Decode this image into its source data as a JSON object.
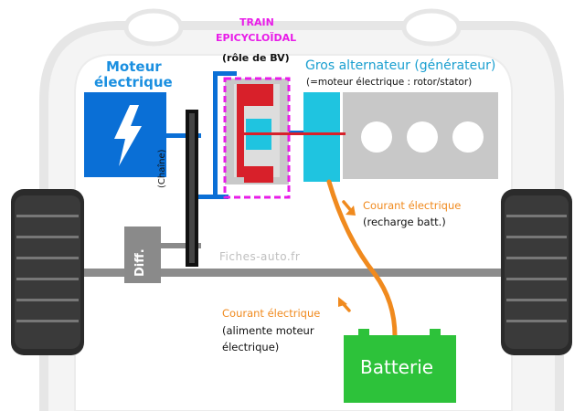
{
  "labels": {
    "moteur_line1": "Moteur",
    "moteur_line2": "électrique",
    "train_line1": "TRAIN",
    "train_line2": "EPICYCLOÏDAL",
    "train_role": "(rôle de BV)",
    "alternateur": "Gros alternateur (générateur)",
    "alternateur_note": "(=moteur électrique : rotor/stator)",
    "chaine": "(Chaîne)",
    "diff": "Diff.",
    "courant_top_line1": "Courant électrique",
    "courant_top_line2": "(recharge batt.)",
    "courant_bottom_line1": "Courant électrique",
    "courant_bottom_line2": "(alimente moteur",
    "courant_bottom_line3": "électrique)",
    "batterie": "Batterie",
    "watermark": "Fiches-auto.fr"
  },
  "icons": {
    "motor": "lightning-bolt-icon",
    "arrows": "arrow-icon"
  },
  "colors": {
    "motor_blue": "#0a6fd6",
    "label_blue": "#1a8fe0",
    "train_magenta": "#e81ce8",
    "gear_red": "#d8202a",
    "alternator_cyan": "#1fc4e0",
    "engine_gray": "#c8c8c8",
    "current_orange": "#f08a1e",
    "battery_green": "#2dc23a",
    "tire_black": "#2a2a2a",
    "axle_gray": "#8c8c8c"
  }
}
